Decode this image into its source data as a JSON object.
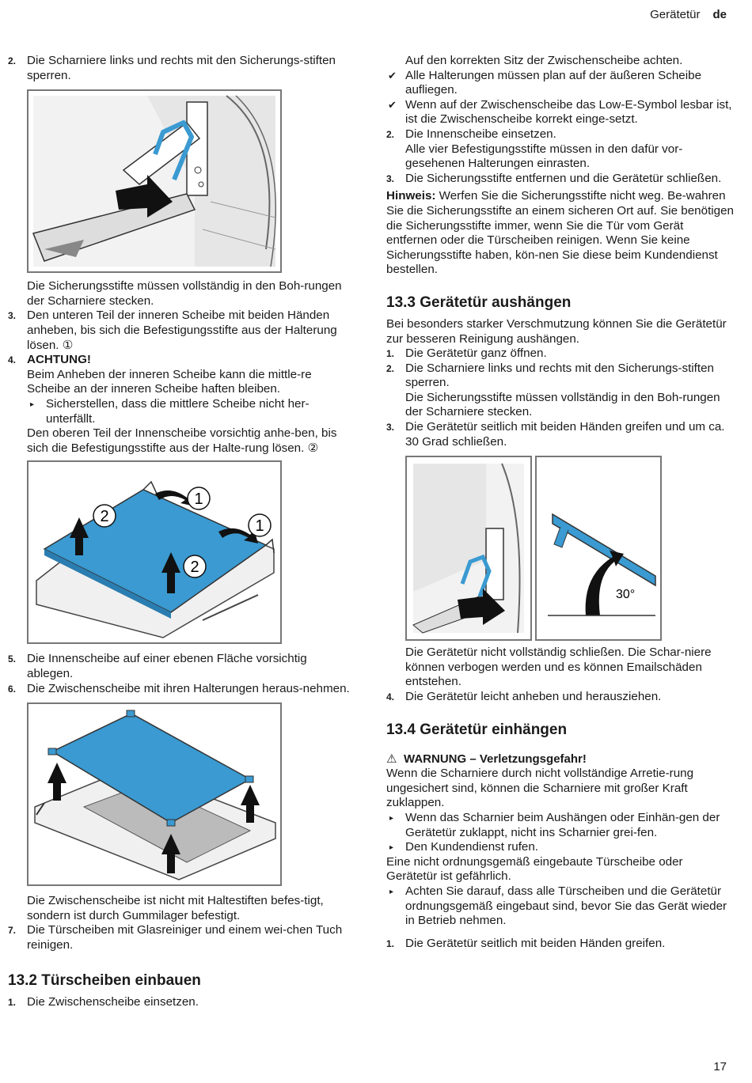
{
  "header": {
    "section": "Gerätetür",
    "lang": "de"
  },
  "page_number": "17",
  "left": {
    "s2_num": "2.",
    "s2_text": "Die Scharniere links und rechts mit den Sicherungs-stiften sperren.",
    "p1": "Die Sicherungsstifte müssen vollständig in den Boh-rungen der Scharniere stecken.",
    "s3_num": "3.",
    "s3_text": "Den unteren Teil der inneren Scheibe mit beiden Händen anheben, bis sich die Befestigungsstifte aus der Halterung lösen. ①",
    "s4_num": "4.",
    "s4_text": "ACHTUNG!",
    "p2": "Beim Anheben der inneren Scheibe kann die mittle-re Scheibe an der inneren Scheibe haften bleiben.",
    "b1": "Sicherstellen, dass die mittlere Scheibe nicht her-unterfällt.",
    "p3": "Den oberen Teil der Innenscheibe vorsichtig anhe-ben, bis sich die Befestigungsstifte aus der Halte-rung lösen. ②",
    "fig2_labels": [
      "1",
      "2",
      "1",
      "2"
    ],
    "s5_num": "5.",
    "s5_text": "Die Innenscheibe auf einer ebenen Fläche vorsichtig ablegen.",
    "s6_num": "6.",
    "s6_text": "Die Zwischenscheibe mit ihren Halterungen heraus-nehmen.",
    "p4": "Die Zwischenscheibe ist nicht mit Haltestiften befes-tigt, sondern ist durch Gummilager befestigt.",
    "s7_num": "7.",
    "s7_text": "Die Türscheiben mit Glasreiniger und einem wei-chen Tuch reinigen.",
    "h132": "13.2  Türscheiben einbauen",
    "s1_num": "1.",
    "s1_text": "Die Zwischenscheibe einsetzen."
  },
  "right": {
    "p1": "Auf den korrekten Sitz der Zwischenscheibe achten.",
    "c1": "Alle Halterungen müssen plan auf der äußeren Scheibe aufliegen.",
    "c2": "Wenn auf der Zwischenscheibe das Low-E-Symbol lesbar ist, ist die Zwischenscheibe korrekt einge-setzt.",
    "s2_num": "2.",
    "s2_text": "Die Innenscheibe einsetzen.",
    "s2_sub": "Alle vier Befestigungsstifte müssen in den dafür vor-gesehenen Halterungen einrasten.",
    "s3_num": "3.",
    "s3_text": "Die Sicherungsstifte entfernen und die Gerätetür schließen.",
    "hint_label": "Hinweis:",
    "hint_text": " Werfen Sie die Sicherungsstifte nicht weg. Be-wahren Sie die Sicherungsstifte an einem sicheren Ort auf. Sie benötigen die Sicherungsstifte immer, wenn Sie die Tür vom Gerät entfernen oder die Türscheiben reinigen. Wenn Sie keine Sicherungsstifte haben, kön-nen Sie diese beim Kundendienst bestellen.",
    "h133": "13.3  Gerätetür aushängen",
    "p133": "Bei besonders starker Verschmutzung können Sie die Gerätetür zur besseren Reinigung aushängen.",
    "a1_num": "1.",
    "a1_text": "Die Gerätetür ganz öffnen.",
    "a2_num": "2.",
    "a2_text": "Die Scharniere links und rechts mit den Sicherungs-stiften sperren.",
    "a2_sub": "Die Sicherungsstifte müssen vollständig in den Boh-rungen der Scharniere stecken.",
    "a3_num": "3.",
    "a3_text": "Die Gerätetür seitlich mit beiden Händen greifen und um ca. 30 Grad schließen.",
    "fig_angle": "30°",
    "p_after": "Die Gerätetür nicht vollständig schließen. Die Schar-niere können verbogen werden und es können Emailschäden entstehen.",
    "a4_num": "4.",
    "a4_text": "Die Gerätetür leicht anheben und herausziehen.",
    "h134": "13.4  Gerätetür einhängen",
    "warn_title": "WARNUNG – Verletzungsgefahr!",
    "warn_text": "Wenn die Scharniere durch nicht vollständige Arretie-rung ungesichert sind, können die Scharniere mit großer Kraft zuklappen.",
    "wb1": "Wenn das Scharnier beim Aushängen oder Einhän-gen der Gerätetür zuklappt, nicht ins Scharnier grei-fen.",
    "wb2": "Den Kundendienst rufen.",
    "warn_text2": "Eine nicht ordnungsgemäß eingebaute Türscheibe oder Gerätetür ist gefährlich.",
    "wb3": "Achten Sie darauf, dass alle Türscheiben und die Gerätetür ordnungsgemäß eingebaut sind, bevor Sie das Gerät wieder in Betrieb nehmen.",
    "e1_num": "1.",
    "e1_text": "Die Gerätetür seitlich mit beiden Händen greifen."
  },
  "colors": {
    "accent": "#3a9ad1",
    "text": "#1a1a1a",
    "border": "#777777"
  },
  "icons": {
    "check": "check-icon",
    "bullet": "triangle-bullet-icon",
    "warning": "warning-icon"
  }
}
